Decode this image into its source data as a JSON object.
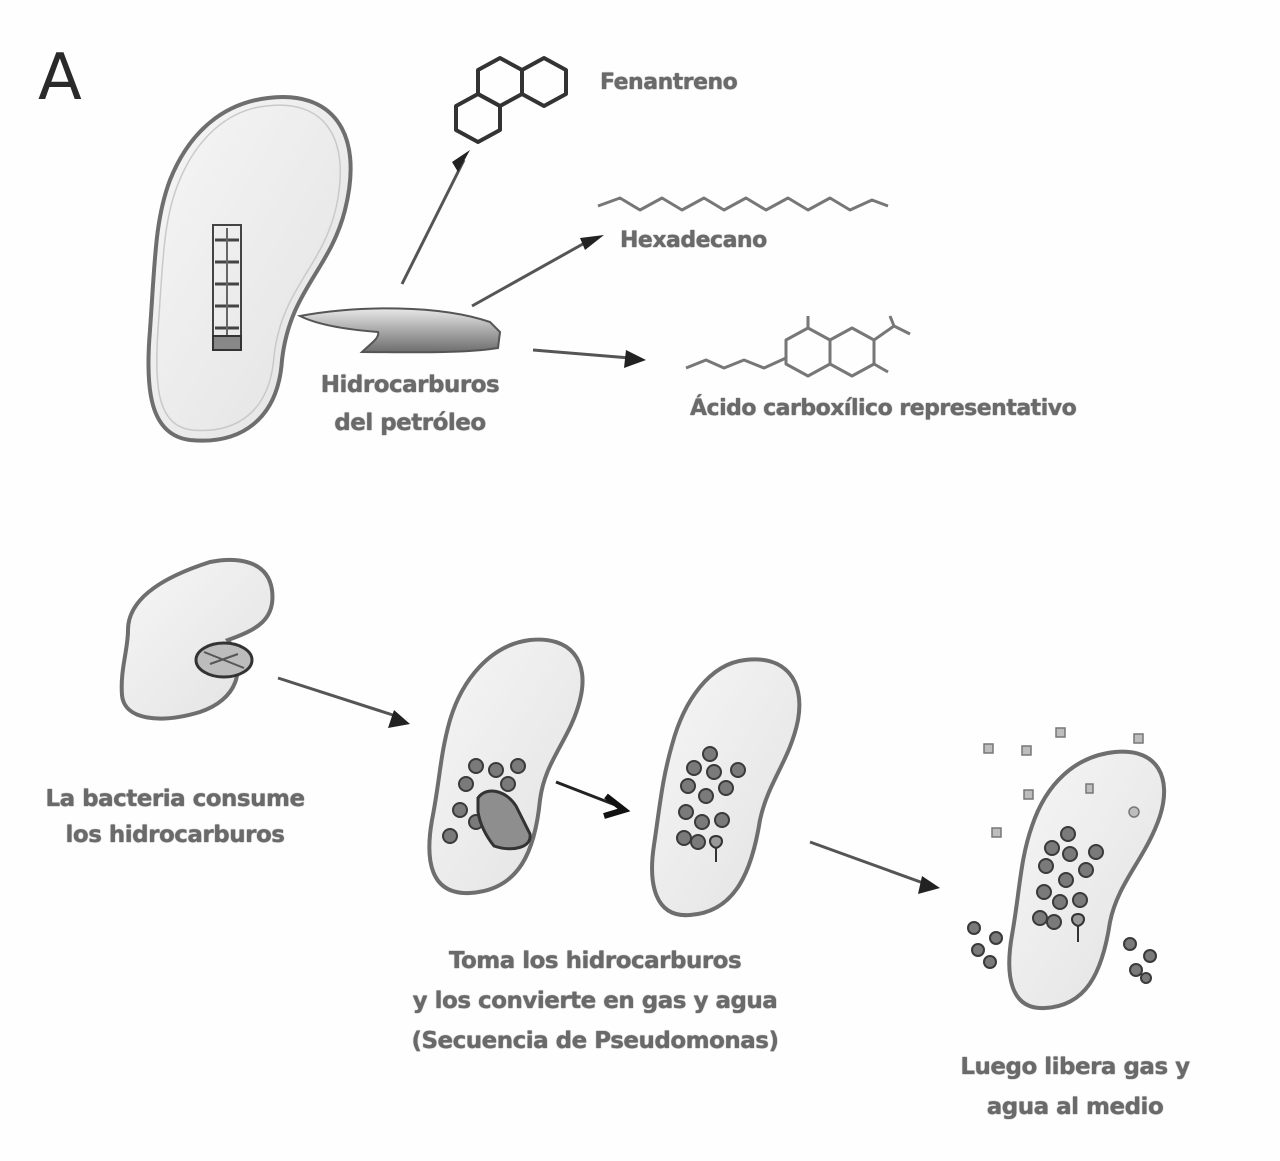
{
  "figure": {
    "panel_letter": "A",
    "top_section": {
      "source_label": [
        "Hidrocarburos",
        "del petróleo"
      ],
      "products": [
        {
          "name": "aromatic-rings",
          "label": "Fenantreno"
        },
        {
          "name": "aliphatic-chain",
          "label": "Hexadecano"
        },
        {
          "name": "fatty-acid",
          "label": "Ácido carboxílico representativo"
        }
      ]
    },
    "bottom_section": {
      "steps": [
        {
          "label": [
            "La bacteria consume",
            "los hidrocarburos"
          ]
        },
        {
          "label": [
            "Toma los hidrocarburos",
            "y los convierte en gas y agua",
            "(Secuencia de Pseudomonas)"
          ]
        },
        {
          "label": [
            "Luego libera gas y",
            "agua al medio"
          ]
        }
      ]
    },
    "colors": {
      "cell_outline": "#6e6e6e",
      "cell_fill": "#ececec",
      "label_text": "#6a6a6a",
      "arrow": "#555555"
    }
  }
}
